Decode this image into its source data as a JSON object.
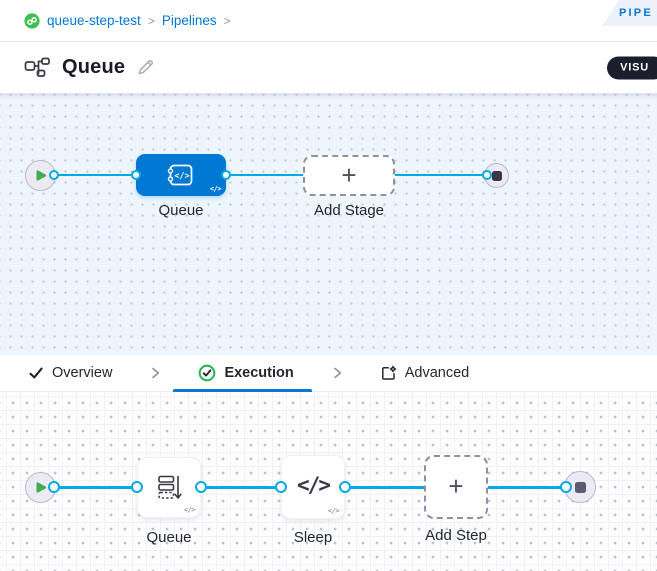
{
  "breadcrumb": {
    "project": "queue-step-test",
    "section": "Pipelines",
    "separator": ">"
  },
  "corner_tab": {
    "label": "PIPE"
  },
  "header": {
    "title": "Queue",
    "view_toggle_label": "VISU"
  },
  "icons": {
    "plus": "+",
    "code": "</>",
    "yaml_badge": "</>"
  },
  "stage_canvas": {
    "stage_label": "Queue",
    "add_stage_label": "Add Stage"
  },
  "tab_bar": {
    "tabs": [
      {
        "label": "Overview"
      },
      {
        "label": "Execution"
      },
      {
        "label": "Advanced"
      }
    ]
  },
  "execution_canvas": {
    "step1_label": "Queue",
    "step2_label": "Sleep",
    "add_step_label": "Add Step"
  },
  "colors": {
    "primary_blue": "#0278d5",
    "wire_blue": "#0ba8e6",
    "success_green": "#2bb656",
    "play_green": "#3fae4f",
    "node_dark": "#383946",
    "canvas_blue": "#edf6fc"
  }
}
